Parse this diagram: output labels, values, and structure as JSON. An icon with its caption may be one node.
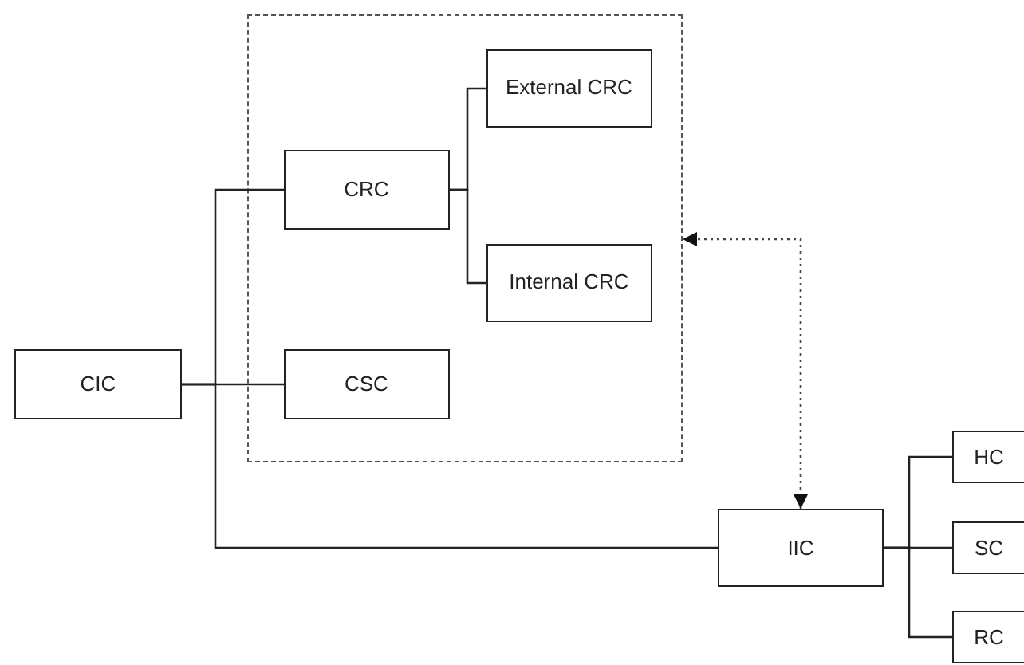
{
  "diagram": {
    "nodes": [
      {
        "text": [],
        "shape": "box"
      },
      {
        "text": [
          "External CRC"
        ],
        "in": 0
      },
      {
        "text": [
          "CRC"
        ],
        "in": 0
      },
      {
        "text": [
          "Internal CRC"
        ],
        "in": 0
      },
      {
        "text": [
          "CIC"
        ]
      },
      {
        "text": [
          "CSC"
        ],
        "in": 0
      },
      {
        "text": [
          "IIC"
        ]
      },
      {
        "text": [
          "HC"
        ]
      },
      {
        "text": [
          "SC"
        ]
      },
      {
        "text": [
          "RC"
        ]
      }
    ],
    "edges": [
      {
        "from": 4,
        "to": 2,
        "arrow": "none"
      },
      {
        "from": 4,
        "to": 5,
        "arrow": "none"
      },
      {
        "from": 4,
        "to": 6,
        "arrow": "none"
      },
      {
        "from": 2,
        "to": 1,
        "arrow": "none"
      },
      {
        "from": 2,
        "to": 3,
        "arrow": "none"
      },
      {
        "from": 6,
        "to": 7,
        "arrow": "none"
      },
      {
        "from": 6,
        "to": 8,
        "arrow": "none"
      },
      {
        "from": 6,
        "to": 9,
        "arrow": "none"
      },
      {
        "from": 6,
        "to": 0,
        "arrow": "both",
        "style": "dashed"
      }
    ]
  }
}
